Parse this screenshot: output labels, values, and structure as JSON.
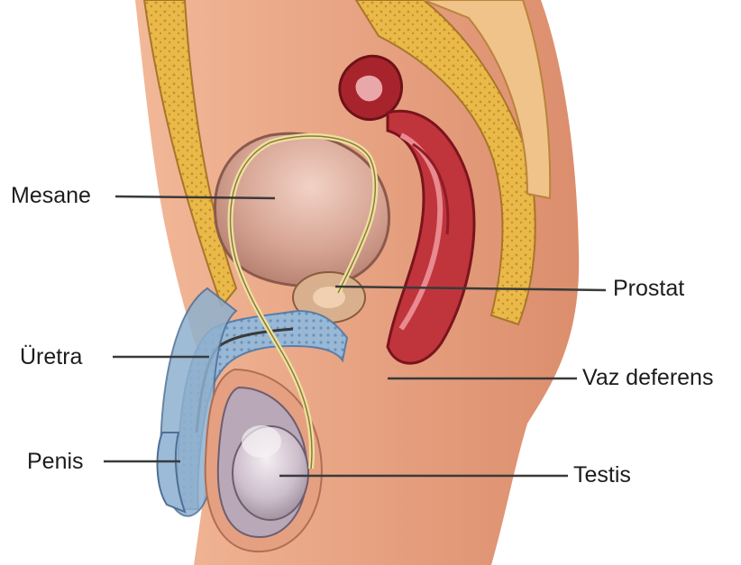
{
  "labels": {
    "bladder": "Mesane",
    "urethra": "Üretra",
    "penis": "Penis",
    "prostate": "Prostat",
    "vas_deferens": "Vaz deferens",
    "testis": "Testis"
  },
  "colors": {
    "skin": "#e8a27f",
    "skin_dark": "#c9765a",
    "bone": "#e7b33e",
    "bladder": "#d4a08f",
    "rectum": "#c0343c",
    "spongy_tissue": "#8fb1cf",
    "duct": "#ece0a2",
    "testis": "#cfc3cf",
    "leader_line": "#3a3a3a"
  }
}
